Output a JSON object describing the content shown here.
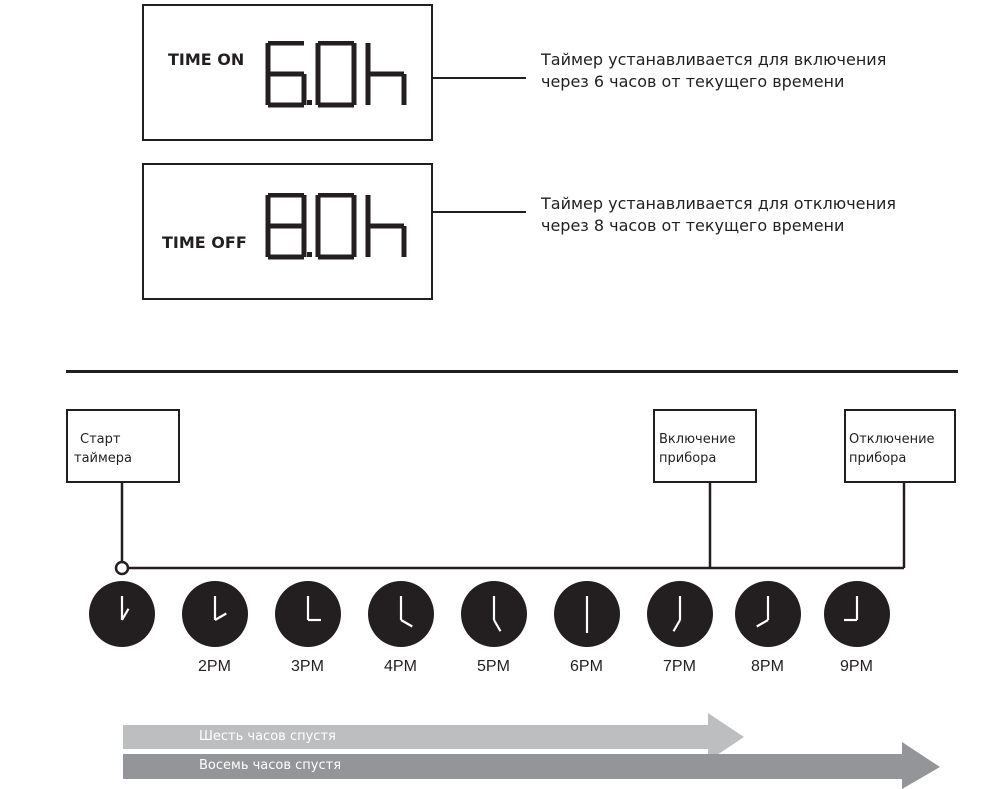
{
  "timer_panels": [
    {
      "label": "TIME ON",
      "display": "6.0h",
      "description": [
        "Таймер устанавливается для включения",
        "через 6 часов от текущего времени"
      ]
    },
    {
      "label": "TIME OFF",
      "display": "8.0h",
      "description": [
        "Таймер устанавливается для отключения",
        "через 8 часов от текущего времени"
      ]
    }
  ],
  "timeline": {
    "start_box": [
      "Старт",
      "таймера"
    ],
    "on_box": [
      "Включение",
      "прибора"
    ],
    "off_box": [
      "Отключение",
      "прибора"
    ],
    "clocks": [
      {
        "hour": 1,
        "label": ""
      },
      {
        "hour": 2,
        "label": "2PM"
      },
      {
        "hour": 3,
        "label": "3PM"
      },
      {
        "hour": 4,
        "label": "4PM"
      },
      {
        "hour": 5,
        "label": "5PM"
      },
      {
        "hour": 6,
        "label": "6PM"
      },
      {
        "hour": 7,
        "label": "7PM"
      },
      {
        "hour": 8,
        "label": "8PM"
      },
      {
        "hour": 9,
        "label": "9PM"
      }
    ]
  },
  "arrows": {
    "six_hours": "Шесть часов спустя",
    "eight_hours": "Восемь часов спустя"
  },
  "colors": {
    "ink": "#231f20",
    "arrow_light": "#bcbec0",
    "arrow_dark": "#939598"
  }
}
